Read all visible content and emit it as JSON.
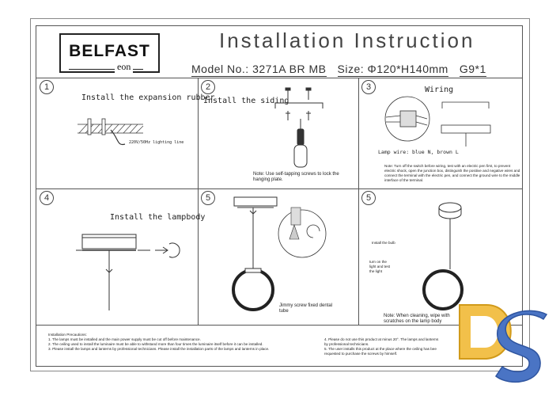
{
  "header": {
    "brand": "BELFAST",
    "brand_sub": "eon",
    "title": "Installation Instruction",
    "model": "Model No.: 3271A BR MB",
    "size": "Size: Φ120*H140mm",
    "bulb": "G9*1"
  },
  "steps": [
    {
      "num": "1",
      "title": "Install the expansion rubber",
      "note": "220V/50Hz lighting line"
    },
    {
      "num": "2",
      "title": "Install the siding",
      "note": "Note: Use self-tapping screws to lock the hanging plate."
    },
    {
      "num": "3",
      "title": "Wiring",
      "note": "Lamp wire: blue N, brown L",
      "detail": "Note: Turn off the switch before wiring, test with an electric pen first, to prevent electric shock, open the junction box, distinguish the positive and negative wires and connect the terminal with the electric pen, and connect the ground wire to the middle interface of the terminal."
    },
    {
      "num": "4",
      "title": "Install the lampbody"
    },
    {
      "num": "5",
      "title": "",
      "note": "Jimmy screw fixed dental tube"
    },
    {
      "num": "5",
      "title": "",
      "side1": "Install the bulb",
      "side2": "turn on the light and test the light",
      "note": "Note: When cleaning, wipe with scratches on the lamp body"
    }
  ],
  "precautions": {
    "heading": "Installation Precautions:",
    "left": [
      "1. The lamps must be installed and the main power supply must be cut off before maintenance.",
      "2. The ceiling used to install the luminaire must be able to withstand more than four times the luminaire itself before it can be installed.",
      "3. Please install the lamps and lanterns by professional technicians. Please install the installation parts of the lamps and lanterns in place."
    ],
    "right": [
      "4. Please do not use this product at minus 20°. The lamps and lanterns",
      "by professional technicians.",
      "5. The user installs this product at the place where the ceiling has bee",
      "requested to purchase the screws by himself."
    ]
  },
  "watermark": {
    "text": "DS",
    "colors": [
      "#f2c04a",
      "#4a74c4"
    ]
  }
}
